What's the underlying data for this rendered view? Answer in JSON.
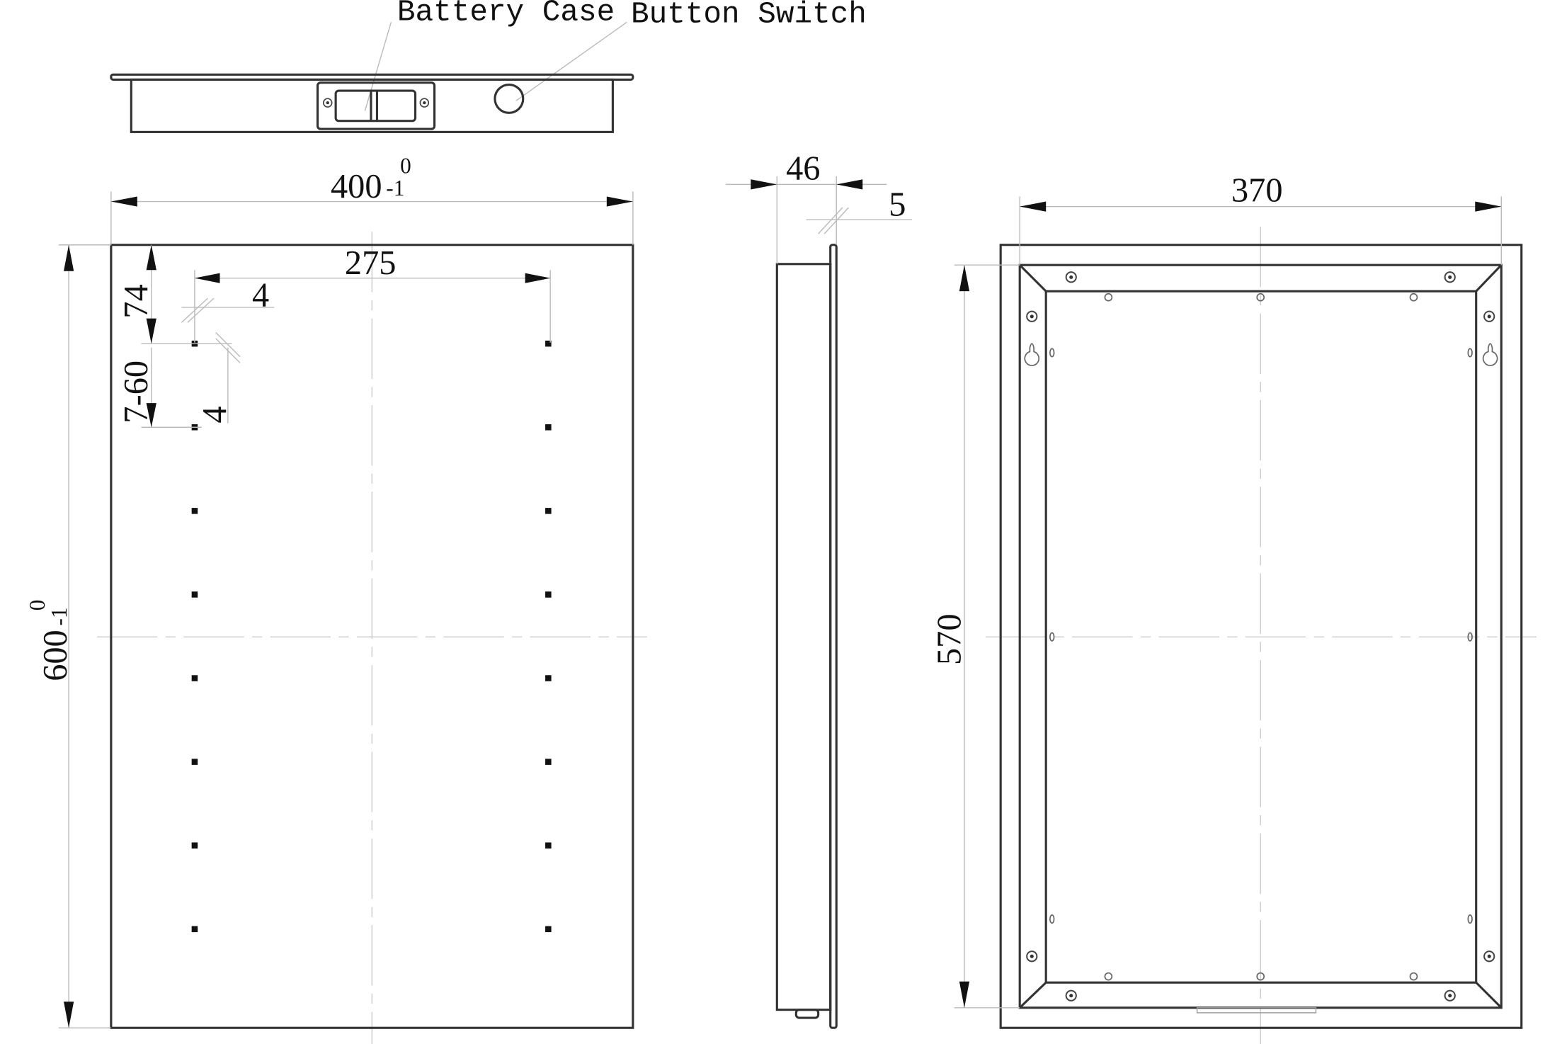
{
  "callouts": {
    "battery_case": "Battery Case",
    "button_switch": "Button Switch"
  },
  "front_view": {
    "width": "400",
    "width_tol_upper": "0",
    "width_tol_lower": "-1",
    "height": "600",
    "height_tol_upper": "0",
    "height_tol_lower": "-1",
    "hole_spacing_x": "275",
    "hole_size_x": "4",
    "hole_size_y": "4",
    "top_offset": "74",
    "hole_pitch": "7-60",
    "hole_rows": 8,
    "hole_columns": 2
  },
  "side_view": {
    "depth": "46",
    "plate_thickness": "5"
  },
  "back_view": {
    "width": "370",
    "height": "570"
  },
  "colors": {
    "line": "#333333",
    "dimension": "#111111",
    "construction": "#bbbbbb"
  }
}
